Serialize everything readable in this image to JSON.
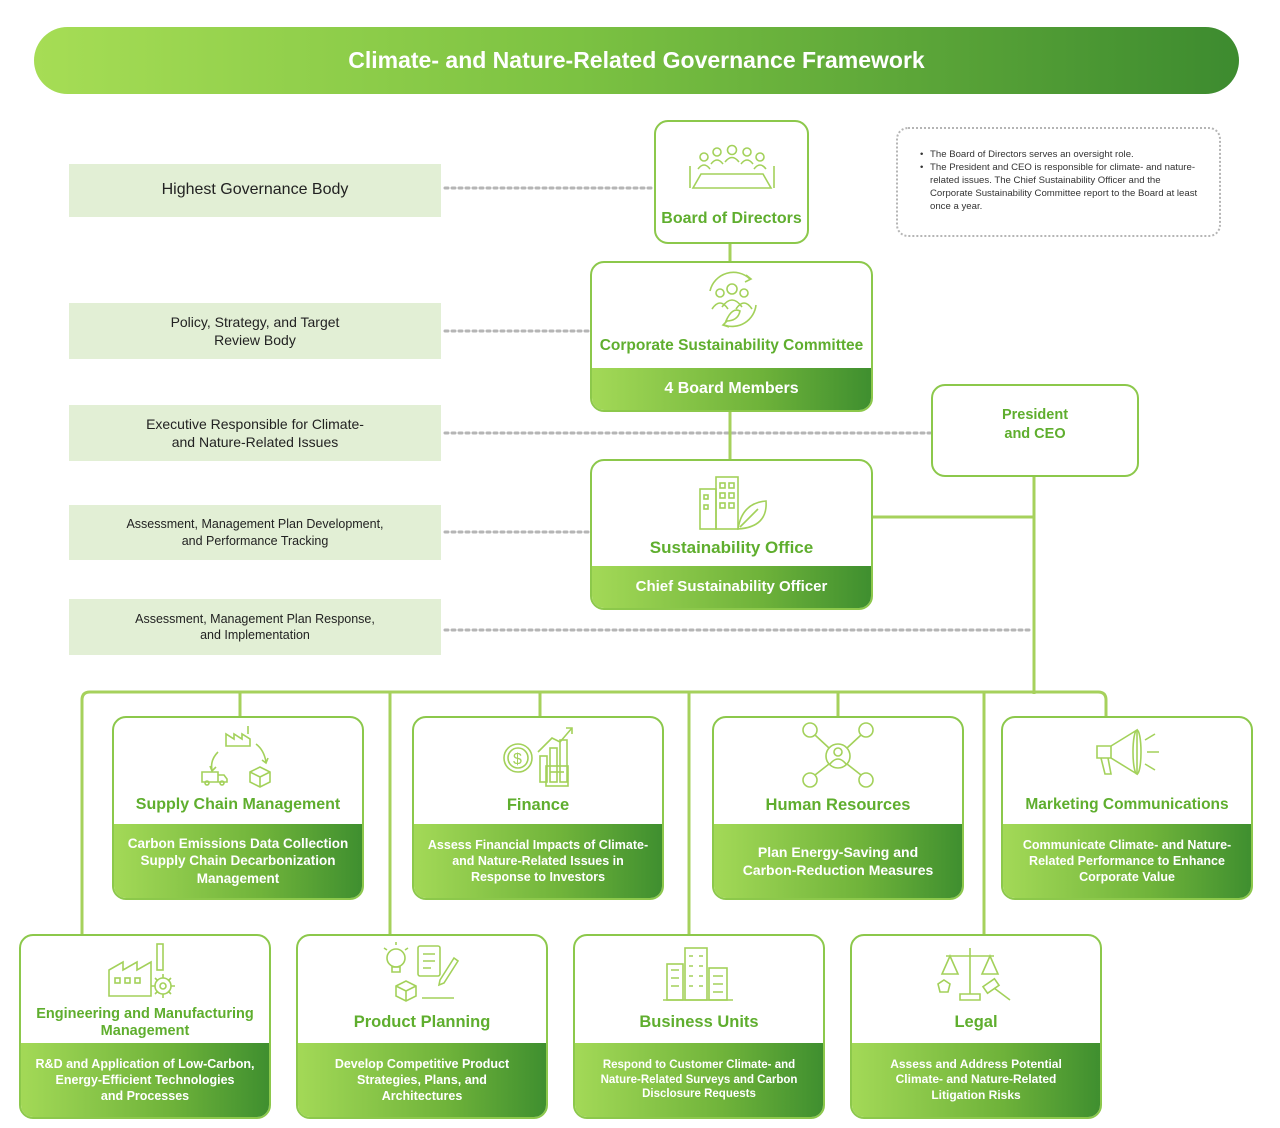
{
  "title": "Climate- and Nature-Related Governance Framework",
  "levels": {
    "l1": "Highest Governance Body",
    "l2": "Policy, Strategy, and Target\nReview Body",
    "l3": "Executive Responsible for Climate-\nand Nature-Related Issues",
    "l4": "Assessment, Management Plan Development,\nand Performance Tracking",
    "l5": "Assessment, Management Plan Response,\nand Implementation"
  },
  "note": {
    "items": [
      "The Board of Directors serves an oversight role.",
      "The President and CEO is responsible for climate- and nature-related issues. The Chief Sustainability Officer and the Corporate Sustainability Committee report to the Board at least once a year."
    ]
  },
  "board": {
    "title": "Board of Directors"
  },
  "committee": {
    "title": "Corporate Sustainability Committee",
    "sub": "4 Board Members"
  },
  "ceo": {
    "title": "President\nand CEO"
  },
  "office": {
    "title": "Sustainability Office",
    "sub": "Chief Sustainability Officer"
  },
  "units": {
    "supply": {
      "title": "Supply Chain Management",
      "sub": "Carbon Emissions Data Collection\nSupply Chain Decarbonization\nManagement"
    },
    "finance": {
      "title": "Finance",
      "sub": "Assess Financial Impacts of Climate-\nand Nature-Related Issues in\nResponse to Investors"
    },
    "hr": {
      "title": "Human Resources",
      "sub": "Plan Energy-Saving and\nCarbon-Reduction Measures"
    },
    "marketing": {
      "title": "Marketing Communications",
      "sub": "Communicate Climate- and Nature-\nRelated Performance to Enhance\nCorporate Value"
    },
    "engineering": {
      "title": "Engineering and Manufacturing\nManagement",
      "sub": "R&D and Application of Low-Carbon,\nEnergy-Efficient Technologies\nand Processes"
    },
    "product": {
      "title": "Product Planning",
      "sub": "Develop Competitive Product\nStrategies, Plans, and\nArchitectures"
    },
    "business": {
      "title": "Business Units",
      "sub": "Respond to Customer Climate- and\nNature-Related Surveys and Carbon\nDisclosure Requests"
    },
    "legal": {
      "title": "Legal",
      "sub": "Assess and Address Potential\nClimate- and Nature-Related\nLitigation Risks"
    }
  },
  "colors": {
    "accent": "#5fae2e",
    "dark": "#3d8b2f",
    "light": "#a6dd55",
    "level_bg": "#e2efd5"
  },
  "icons": [
    "board-meeting-icon",
    "team-cycle-icon",
    "building-leaf-icon",
    "supply-chain-icon",
    "finance-icon",
    "network-people-icon",
    "megaphone-icon",
    "factory-gear-icon",
    "product-idea-icon",
    "city-buildings-icon",
    "scales-gavel-icon"
  ]
}
